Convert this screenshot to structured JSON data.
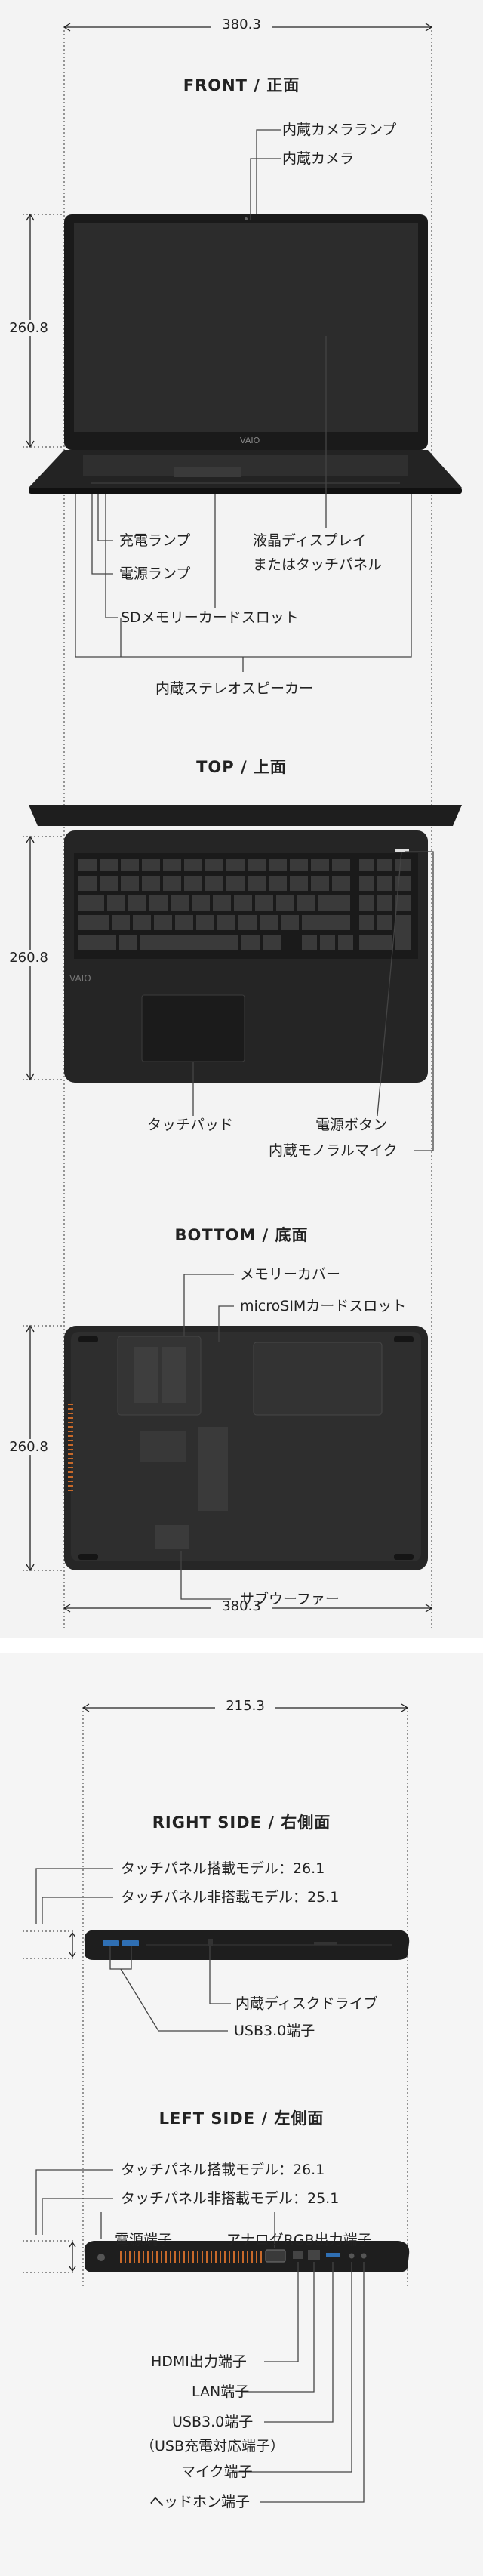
{
  "dims": {
    "width": "380.3",
    "height": "260.8",
    "depth": "215.3"
  },
  "front": {
    "title": "FRONT / 正面",
    "labels": {
      "camera_lamp": "内蔵カメラランプ",
      "camera": "内蔵カメラ",
      "charge_lamp": "充電ランプ",
      "power_lamp": "電源ランプ",
      "display_1": "液晶ディスプレイ",
      "display_2": "またはタッチパネル",
      "sd_slot": "SDメモリーカードスロット",
      "speaker": "内蔵ステレオスピーカー"
    }
  },
  "top": {
    "title": "TOP / 上面",
    "labels": {
      "touchpad": "タッチパッド",
      "power_button": "電源ボタン",
      "mic": "内蔵モノラルマイク"
    }
  },
  "bottom": {
    "title": "BOTTOM / 底面",
    "labels": {
      "memory_cover": "メモリーカバー",
      "microsim": "microSIMカードスロット",
      "subwoofer": "サブウーファー"
    }
  },
  "right": {
    "title": "RIGHT SIDE / 右側面",
    "labels": {
      "touch_model": "タッチパネル搭載モデル：26.1",
      "nontouch_model": "タッチパネル非搭載モデル：25.1",
      "disc_drive": "内蔵ディスクドライブ",
      "usb": "USB3.0端子"
    }
  },
  "left": {
    "title": "LEFT SIDE / 左側面",
    "labels": {
      "touch_model": "タッチパネル搭載モデル：26.1",
      "nontouch_model": "タッチパネル非搭載モデル：25.1",
      "power_port": "電源端子",
      "rgb": "アナログRGB出力端子",
      "hdmi": "HDMI出力端子",
      "lan": "LAN端子",
      "usb_1": "USB3.0端子",
      "usb_2": "（USB充電対応端子）",
      "mic_jack": "マイク端子",
      "headphone": "ヘッドホン端子"
    }
  },
  "colors": {
    "body": "#1c1c1c",
    "band": "#f3f3f3",
    "line": "#444444"
  }
}
